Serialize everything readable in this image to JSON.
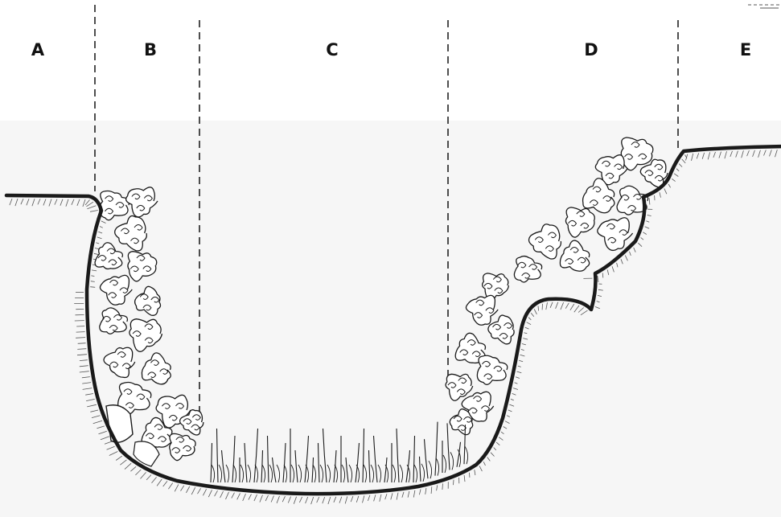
{
  "figure": {
    "zones": [
      {
        "id": "a",
        "label": "A"
      },
      {
        "id": "b",
        "label": "B"
      },
      {
        "id": "c",
        "label": "C"
      },
      {
        "id": "d",
        "label": "D"
      },
      {
        "id": "e",
        "label": "E"
      }
    ],
    "colors": {
      "ink": "#1a1a1a",
      "boundary": "#333333",
      "background": "#ffffff",
      "lower_tint": "#f6f6f6"
    }
  }
}
